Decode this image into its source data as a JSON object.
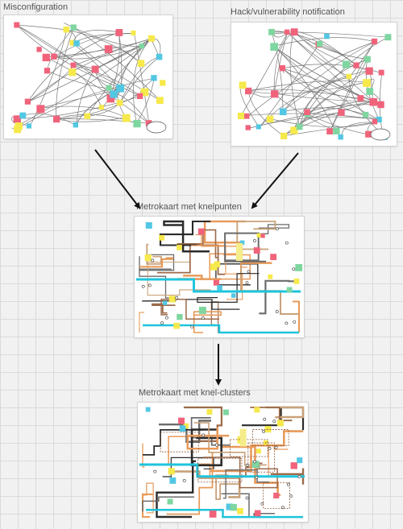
{
  "frames": [
    {
      "id": "misconfig",
      "title": "Misconfiguration"
    },
    {
      "id": "hack",
      "title": "Hack/vulnerability notification"
    },
    {
      "id": "metro1",
      "title": "Metrokaart met knelpunten"
    },
    {
      "id": "metro2",
      "title": "Metrokaart met knel-clusters"
    }
  ],
  "colors": {
    "canvas": "#f1f1f1",
    "sticky_pink": "#f0637b",
    "sticky_yellow": "#f6e94b",
    "sticky_blue": "#52c7e3",
    "sticky_green": "#7fd6a0",
    "line_cyan": "#1fc4dc",
    "line_orange": "#e89a5a",
    "line_brown": "#9c6a4a",
    "line_gray": "#6b6b6b",
    "line_dark": "#2b2b2b",
    "arrow": "#111111"
  }
}
